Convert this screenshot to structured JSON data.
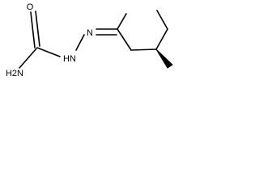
{
  "molecule": {
    "atoms": {
      "carbonyl_oxygen": "O",
      "amide_nitrogen": "H2N",
      "hydrazide_nitrogen": "HN",
      "imine_nitrogen": "N"
    },
    "colors": {
      "bond": "#000000",
      "label": "#000000",
      "background": "#ffffff"
    },
    "stereo": {
      "wedge_bond": "bold"
    }
  }
}
